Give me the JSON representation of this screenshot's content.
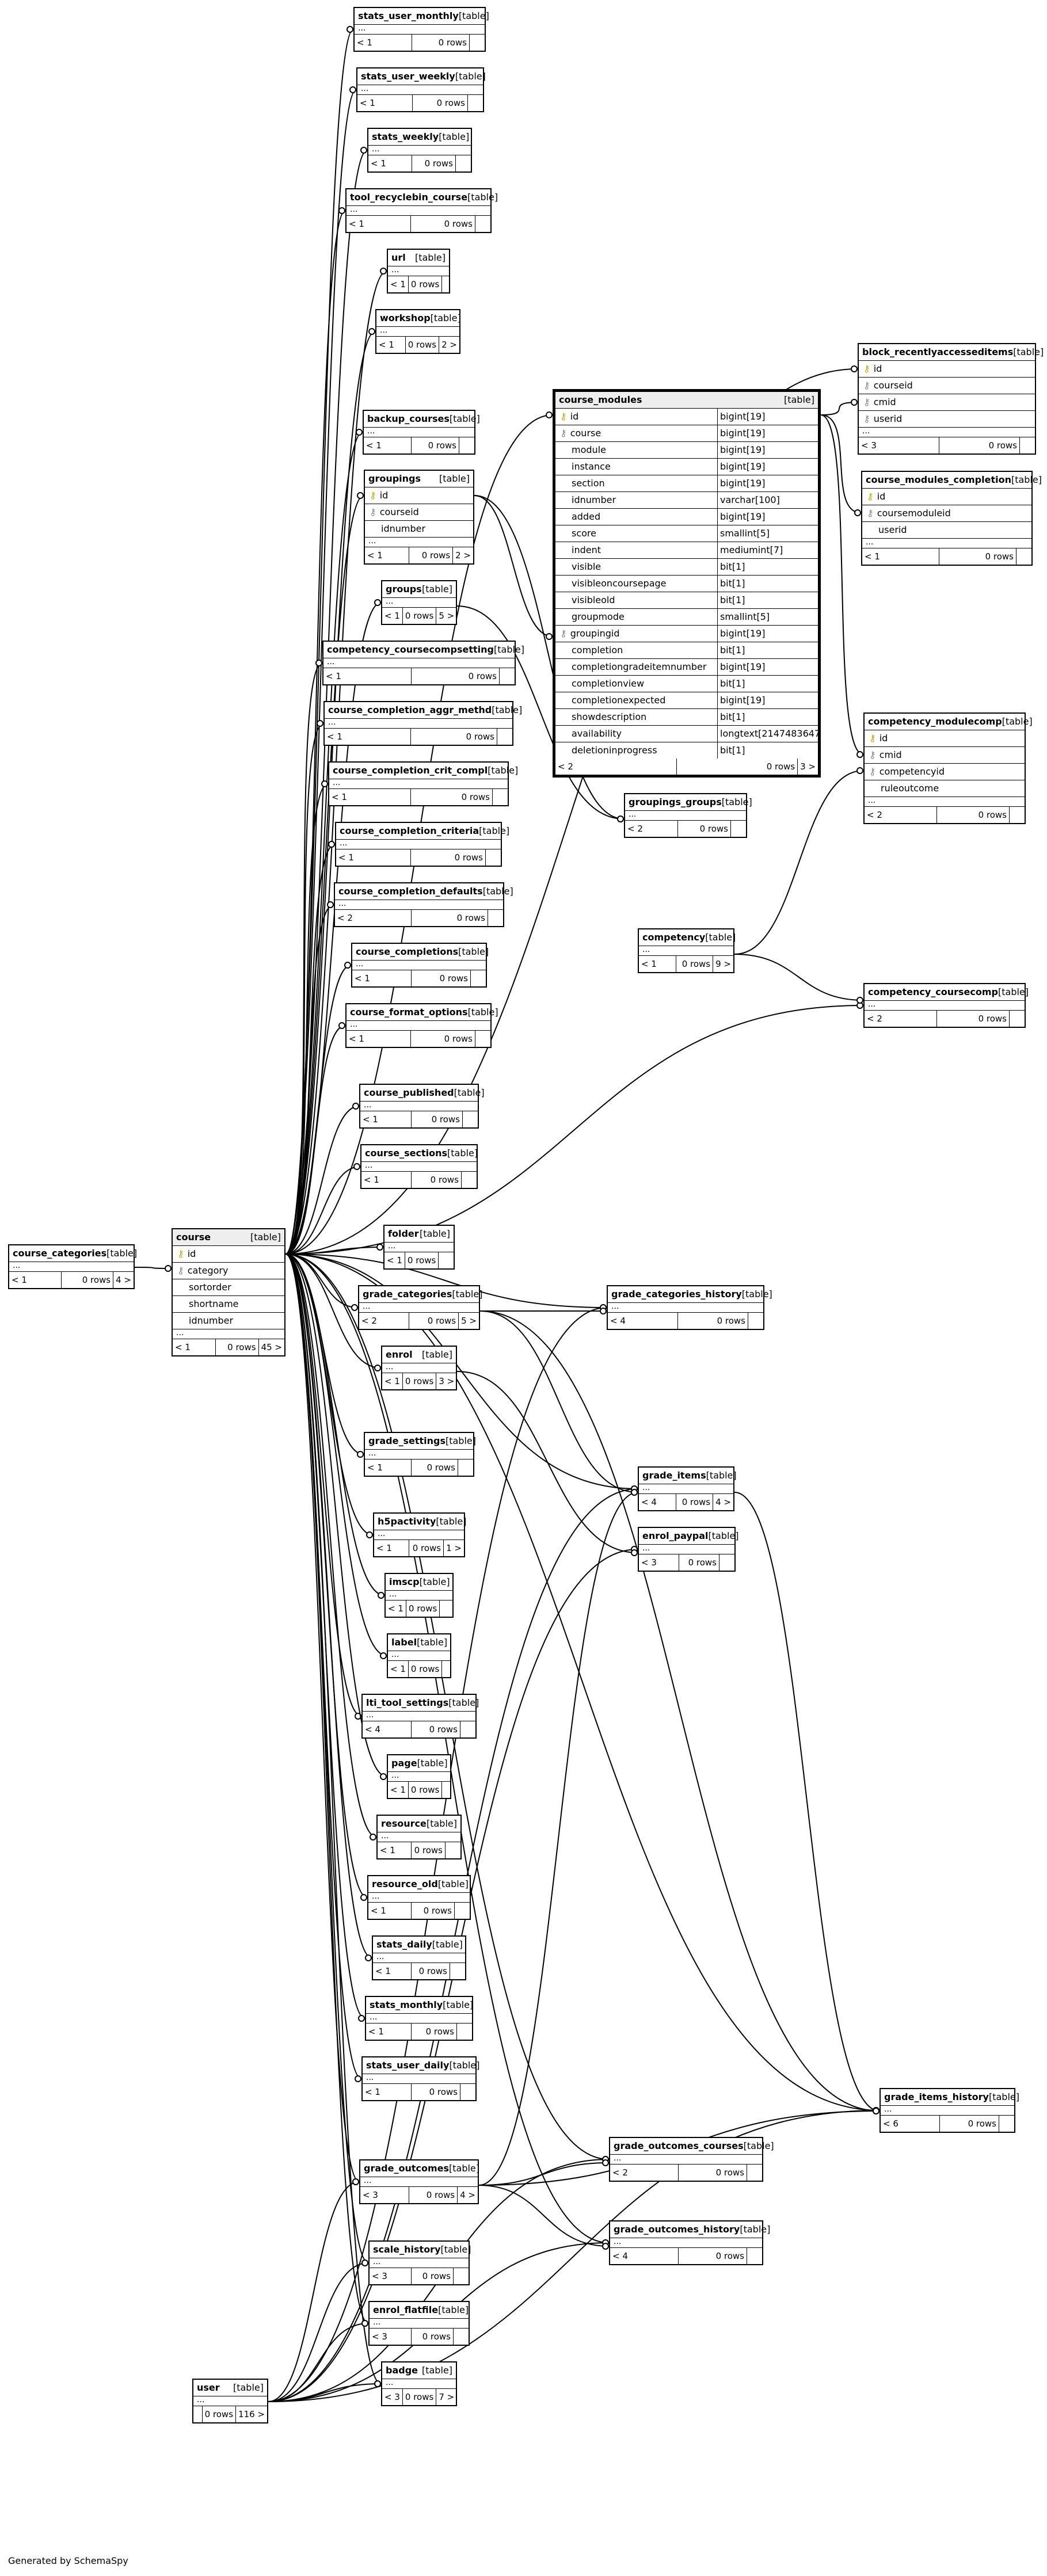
{
  "footer": "Generated by SchemaSpy",
  "tables": {
    "stats_user_monthly": {
      "name": "stats_user_monthly",
      "type": "[table]",
      "prev": "< 1",
      "rows": "0 rows",
      "next": ""
    },
    "stats_user_weekly": {
      "name": "stats_user_weekly",
      "type": "[table]",
      "prev": "< 1",
      "rows": "0 rows",
      "next": ""
    },
    "stats_weekly": {
      "name": "stats_weekly",
      "type": "[table]",
      "prev": "< 1",
      "rows": "0 rows",
      "next": ""
    },
    "tool_recyclebin_course": {
      "name": "tool_recyclebin_course",
      "type": "[table]",
      "prev": "< 1",
      "rows": "0 rows",
      "next": ""
    },
    "url": {
      "name": "url",
      "type": "[table]",
      "prev": "< 1",
      "rows": "0 rows",
      "next": ""
    },
    "workshop": {
      "name": "workshop",
      "type": "[table]",
      "prev": "< 1",
      "rows": "0 rows",
      "next": "2 >"
    },
    "backup_courses": {
      "name": "backup_courses",
      "type": "[table]",
      "prev": "< 1",
      "rows": "0 rows",
      "next": ""
    },
    "groupings": {
      "name": "groupings",
      "type": "[table]",
      "cols": [
        "id",
        "courseid",
        "idnumber"
      ],
      "prev": "< 1",
      "rows": "0 rows",
      "next": "2 >"
    },
    "groups": {
      "name": "groups",
      "type": "[table]",
      "prev": "< 1",
      "rows": "0 rows",
      "next": "5 >"
    },
    "competency_coursecompsetting": {
      "name": "competency_coursecompsetting",
      "type": "[table]",
      "prev": "< 1",
      "rows": "0 rows",
      "next": ""
    },
    "course_completion_aggr_methd": {
      "name": "course_completion_aggr_methd",
      "type": "[table]",
      "prev": "< 1",
      "rows": "0 rows",
      "next": ""
    },
    "course_completion_crit_compl": {
      "name": "course_completion_crit_compl",
      "type": "[table]",
      "prev": "< 1",
      "rows": "0 rows",
      "next": ""
    },
    "course_completion_criteria": {
      "name": "course_completion_criteria",
      "type": "[table]",
      "prev": "< 1",
      "rows": "0 rows",
      "next": ""
    },
    "course_completion_defaults": {
      "name": "course_completion_defaults",
      "type": "[table]",
      "prev": "< 2",
      "rows": "0 rows",
      "next": ""
    },
    "course_completions": {
      "name": "course_completions",
      "type": "[table]",
      "prev": "< 1",
      "rows": "0 rows",
      "next": ""
    },
    "course_format_options": {
      "name": "course_format_options",
      "type": "[table]",
      "prev": "< 1",
      "rows": "0 rows",
      "next": ""
    },
    "course_published": {
      "name": "course_published",
      "type": "[table]",
      "prev": "< 1",
      "rows": "0 rows",
      "next": ""
    },
    "course_sections": {
      "name": "course_sections",
      "type": "[table]",
      "prev": "< 1",
      "rows": "0 rows",
      "next": ""
    },
    "course_categories": {
      "name": "course_categories",
      "type": "[table]",
      "prev": "< 1",
      "rows": "0 rows",
      "next": "4 >"
    },
    "course": {
      "name": "course",
      "type": "[table]",
      "cols": [
        "id",
        "category",
        "sortorder",
        "shortname",
        "idnumber"
      ],
      "prev": "< 1",
      "rows": "0 rows",
      "next": "45 >"
    },
    "folder": {
      "name": "folder",
      "type": "[table]",
      "prev": "< 1",
      "rows": "0 rows",
      "next": ""
    },
    "grade_categories": {
      "name": "grade_categories",
      "type": "[table]",
      "prev": "< 2",
      "rows": "0 rows",
      "next": "5 >"
    },
    "enrol": {
      "name": "enrol",
      "type": "[table]",
      "prev": "< 1",
      "rows": "0 rows",
      "next": "3 >"
    },
    "grade_settings": {
      "name": "grade_settings",
      "type": "[table]",
      "prev": "< 1",
      "rows": "0 rows",
      "next": ""
    },
    "h5pactivity": {
      "name": "h5pactivity",
      "type": "[table]",
      "prev": "< 1",
      "rows": "0 rows",
      "next": "1 >"
    },
    "imscp": {
      "name": "imscp",
      "type": "[table]",
      "prev": "< 1",
      "rows": "0 rows",
      "next": ""
    },
    "label": {
      "name": "label",
      "type": "[table]",
      "prev": "< 1",
      "rows": "0 rows",
      "next": ""
    },
    "lti_tool_settings": {
      "name": "lti_tool_settings",
      "type": "[table]",
      "prev": "< 4",
      "rows": "0 rows",
      "next": ""
    },
    "page": {
      "name": "page",
      "type": "[table]",
      "prev": "< 1",
      "rows": "0 rows",
      "next": ""
    },
    "resource": {
      "name": "resource",
      "type": "[table]",
      "prev": "< 1",
      "rows": "0 rows",
      "next": ""
    },
    "resource_old": {
      "name": "resource_old",
      "type": "[table]",
      "prev": "< 1",
      "rows": "0 rows",
      "next": ""
    },
    "stats_daily": {
      "name": "stats_daily",
      "type": "[table]",
      "prev": "< 1",
      "rows": "0 rows",
      "next": ""
    },
    "stats_monthly": {
      "name": "stats_monthly",
      "type": "[table]",
      "prev": "< 1",
      "rows": "0 rows",
      "next": ""
    },
    "stats_user_daily": {
      "name": "stats_user_daily",
      "type": "[table]",
      "prev": "< 1",
      "rows": "0 rows",
      "next": ""
    },
    "grade_outcomes": {
      "name": "grade_outcomes",
      "type": "[table]",
      "prev": "< 3",
      "rows": "0 rows",
      "next": "4 >"
    },
    "scale_history": {
      "name": "scale_history",
      "type": "[table]",
      "prev": "< 3",
      "rows": "0 rows",
      "next": ""
    },
    "enrol_flatfile": {
      "name": "enrol_flatfile",
      "type": "[table]",
      "prev": "< 3",
      "rows": "0 rows",
      "next": ""
    },
    "badge": {
      "name": "badge",
      "type": "[table]",
      "prev": "< 3",
      "rows": "0 rows",
      "next": "7 >"
    },
    "user": {
      "name": "user",
      "type": "[table]",
      "prev": "",
      "rows": "0 rows",
      "next": "116 >"
    },
    "course_modules": {
      "name": "course_modules",
      "type": "[table]",
      "cols": [
        [
          "id",
          "bigint[19]"
        ],
        [
          "course",
          "bigint[19]"
        ],
        [
          "module",
          "bigint[19]"
        ],
        [
          "instance",
          "bigint[19]"
        ],
        [
          "section",
          "bigint[19]"
        ],
        [
          "idnumber",
          "varchar[100]"
        ],
        [
          "added",
          "bigint[19]"
        ],
        [
          "score",
          "smallint[5]"
        ],
        [
          "indent",
          "mediumint[7]"
        ],
        [
          "visible",
          "bit[1]"
        ],
        [
          "visibleoncoursepage",
          "bit[1]"
        ],
        [
          "visibleold",
          "bit[1]"
        ],
        [
          "groupmode",
          "smallint[5]"
        ],
        [
          "groupingid",
          "bigint[19]"
        ],
        [
          "completion",
          "bit[1]"
        ],
        [
          "completiongradeitemnumber",
          "bigint[19]"
        ],
        [
          "completionview",
          "bit[1]"
        ],
        [
          "completionexpected",
          "bigint[19]"
        ],
        [
          "showdescription",
          "bit[1]"
        ],
        [
          "availability",
          "longtext[2147483647]"
        ],
        [
          "deletioninprogress",
          "bit[1]"
        ]
      ],
      "prev": "< 2",
      "rows": "0 rows",
      "next": "3 >"
    },
    "groupings_groups": {
      "name": "groupings_groups",
      "type": "[table]",
      "prev": "< 2",
      "rows": "0 rows",
      "next": ""
    },
    "competency": {
      "name": "competency",
      "type": "[table]",
      "prev": "< 1",
      "rows": "0 rows",
      "next": "9 >"
    },
    "grade_categories_history": {
      "name": "grade_categories_history",
      "type": "[table]",
      "prev": "< 4",
      "rows": "0 rows",
      "next": ""
    },
    "grade_items": {
      "name": "grade_items",
      "type": "[table]",
      "prev": "< 4",
      "rows": "0 rows",
      "next": "4 >"
    },
    "enrol_paypal": {
      "name": "enrol_paypal",
      "type": "[table]",
      "prev": "< 3",
      "rows": "0 rows",
      "next": ""
    },
    "grade_outcomes_courses": {
      "name": "grade_outcomes_courses",
      "type": "[table]",
      "prev": "< 2",
      "rows": "0 rows",
      "next": ""
    },
    "grade_outcomes_history": {
      "name": "grade_outcomes_history",
      "type": "[table]",
      "prev": "< 4",
      "rows": "0 rows",
      "next": ""
    },
    "block_recentlyaccesseditems": {
      "name": "block_recentlyaccesseditems",
      "type": "[table]",
      "cols": [
        "id",
        "courseid",
        "cmid",
        "userid"
      ],
      "prev": "< 3",
      "rows": "0 rows",
      "next": ""
    },
    "course_modules_completion": {
      "name": "course_modules_completion",
      "type": "[table]",
      "cols": [
        "id",
        "coursemoduleid",
        "userid"
      ],
      "prev": "< 1",
      "rows": "0 rows",
      "next": ""
    },
    "competency_modulecomp": {
      "name": "competency_modulecomp",
      "type": "[table]",
      "cols": [
        "id",
        "cmid",
        "competencyid",
        "ruleoutcome"
      ],
      "prev": "< 2",
      "rows": "0 rows",
      "next": ""
    },
    "competency_coursecomp": {
      "name": "competency_coursecomp",
      "type": "[table]",
      "prev": "< 2",
      "rows": "0 rows",
      "next": ""
    },
    "grade_items_history": {
      "name": "grade_items_history",
      "type": "[table]",
      "prev": "< 6",
      "rows": "0 rows",
      "next": ""
    }
  }
}
